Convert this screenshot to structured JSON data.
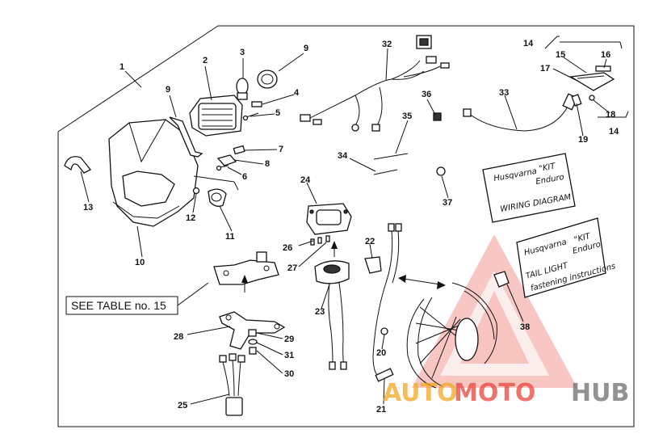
{
  "callouts": {
    "c1": "1",
    "c2": "2",
    "c3": "3",
    "c4": "4",
    "c5": "5",
    "c6": "6",
    "c7": "7",
    "c8": "8",
    "c9a": "9",
    "c9b": "9",
    "c10": "10",
    "c11": "11",
    "c12": "12",
    "c13": "13",
    "c14a": "14",
    "c14b": "14",
    "c15": "15",
    "c16": "16",
    "c17": "17",
    "c18": "18",
    "c19": "19",
    "c20": "20",
    "c21": "21",
    "c22": "22",
    "c23": "23",
    "c24": "24",
    "c25": "25",
    "c26": "26",
    "c27": "27",
    "c28": "28",
    "c29": "29",
    "c30": "30",
    "c31": "31",
    "c32": "32",
    "c33": "33",
    "c34": "34",
    "c35": "35",
    "c36": "36",
    "c37": "37",
    "c38": "38"
  },
  "table_ref": "SEE TABLE no. 15",
  "card_wiring": {
    "brand": "Husqvarna",
    "kit1": "\"KIT",
    "kit2": "Enduro",
    "title": "WIRING DIAGRAM"
  },
  "card_tail": {
    "brand": "Husqvarna",
    "kit1": "\"KIT",
    "kit2": "Enduro",
    "title1": "TAIL LIGHT",
    "title2": "fastening instructions"
  },
  "watermark": {
    "part1": "AUTO",
    "part2": "MOTO",
    "part3": "HUB",
    "color_a": "#f5a623",
    "color_b": "#e8463c",
    "color_c": "#6d6e71"
  }
}
